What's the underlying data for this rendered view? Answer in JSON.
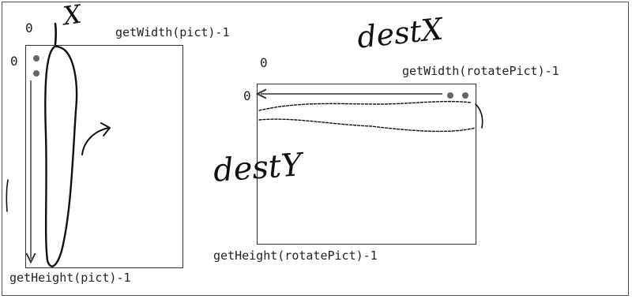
{
  "left_diagram": {
    "origin_top": "0",
    "origin_left": "0",
    "width_label": "getWidth(pict)-1",
    "height_label": "getHeight(pict)-1"
  },
  "right_diagram": {
    "origin_top": "0",
    "origin_left": "0",
    "width_label": "getWidth(rotatePict)-1",
    "height_label": "getHeight(rotatePict)-1"
  },
  "handwriting": {
    "x_label": "X",
    "dest_x_label": "destX",
    "dest_y_label": "destY"
  }
}
